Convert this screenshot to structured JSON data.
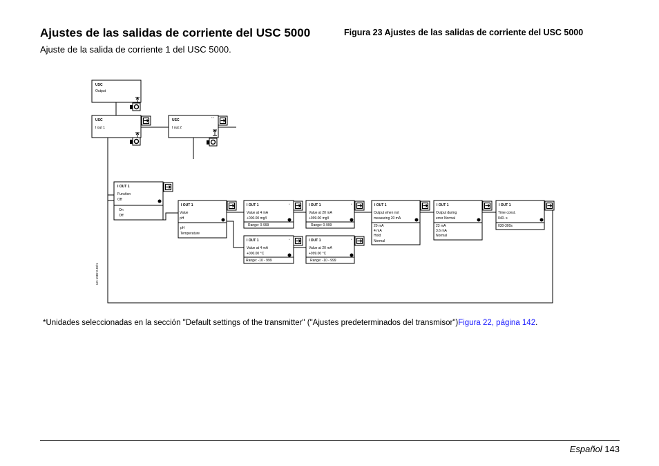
{
  "page": {
    "title": "Ajustes de las salidas de corriente del USC 5000",
    "subtitle": "Ajuste de la salida de corriente 1 del USC 5000.",
    "figure_caption": "Figura 23 Ajustes de las salidas de corriente del USC 5000",
    "footnote_text": "*Unidades seleccionadas en la sección \"Default settings of the transmitter\" (\"Ajustes predeterminados del transmisor\")",
    "footnote_link": "Figura 22, página 142",
    "footnote_end": ".",
    "footer_language": "Español",
    "footer_page": "143",
    "figure_id": "UN 1982 2.02/1"
  },
  "diagram": {
    "usc_output": {
      "title": "USC",
      "line1": "Output"
    },
    "usc_iout1": {
      "title": "USC",
      "line1": "I out 1"
    },
    "usc_iout2": {
      "title": "USC",
      "line1": "I out 2",
      "mark": "* *"
    },
    "function_box": {
      "title": "I OUT 1",
      "line1": "Function",
      "line2": "Off",
      "opt1": "On",
      "opt2": "Off"
    },
    "value_box": {
      "title": "I OUT 1",
      "line1": "Value",
      "line2": "pH",
      "opt1": "pH",
      "opt2": "Temperature"
    },
    "v4_mg": {
      "title": "I OUT 1",
      "mark": "*",
      "line1": "Value at 4 mA",
      "line2": "+000.00 mg/l",
      "range": "Range: 0-999"
    },
    "v20_mg": {
      "title": "I OUT 1",
      "mark": "*",
      "line1": "Value at 20 mA",
      "line2": "+999.00 mg/l",
      "range": "Range: 0-999"
    },
    "v4_c": {
      "title": "I OUT 1",
      "mark": "*",
      "line1": "Value at 4 mA",
      "line2": "+000.00 °C",
      "range": "Range: -10 - 999"
    },
    "v20_c": {
      "title": "I OUT 1",
      "mark": "*",
      "line1": "Value at 20 mA",
      "line2": "+999.00 °C",
      "range": "Range: -10 - 999"
    },
    "notmeasuring": {
      "title": "I OUT 1",
      "line1": "Output when not",
      "line2": "measuring 20 mA",
      "opt1": "20 mA",
      "opt2": "4 mA",
      "opt3": "Hold",
      "opt4": "Normal"
    },
    "error": {
      "title": "I OUT 1",
      "line1": "Output during",
      "line2": "error Normal",
      "opt1": "23 mA",
      "opt2": "3.6 mA",
      "opt3": "Normal"
    },
    "timeconst": {
      "title": "I OUT 1",
      "line1": "Time const.",
      "line2": "040. s",
      "opt1": "030-300s"
    }
  }
}
